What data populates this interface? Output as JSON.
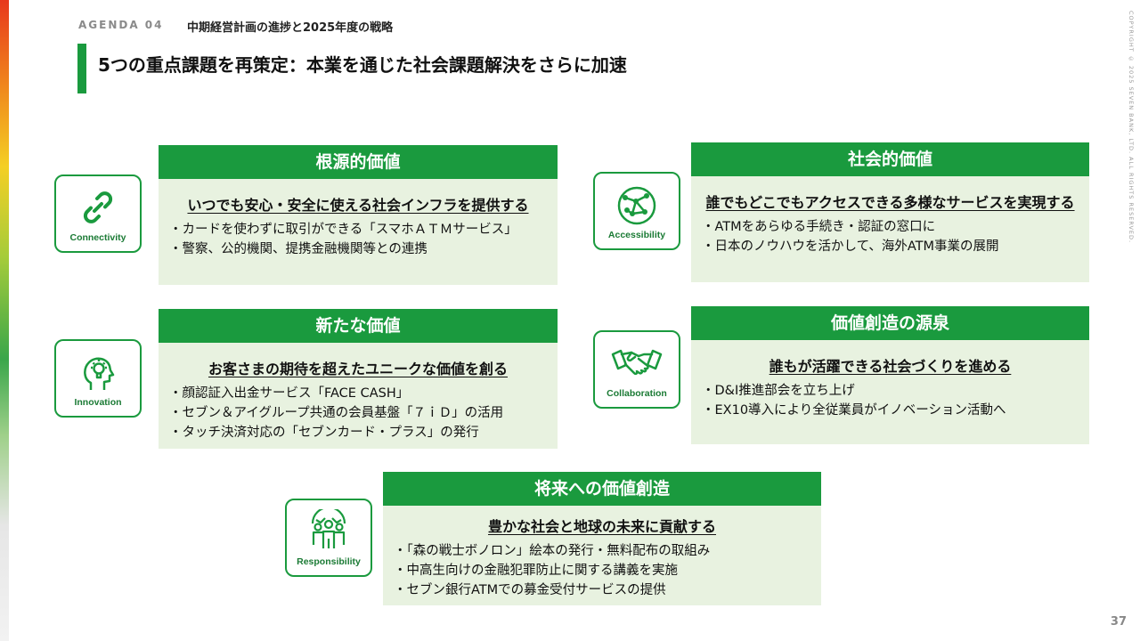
{
  "header": {
    "agenda": "AGENDA 04",
    "subtitle": "中期経営計画の進捗と2025年度の戦略",
    "title": "5つの重点課題を再策定：本業を通じた社会課題解決をさらに加速"
  },
  "copyright": "COPYRIGHT © 2025 SEVEN BANK, LTD. ALL RIGHTS RESERVED.",
  "page_number": "37",
  "colors": {
    "accent": "#1a9a3e",
    "card_bg": "#e8f2e0"
  },
  "cards": [
    {
      "icon": "link-icon",
      "icon_label": "Connectivity",
      "heading": "根源的価値",
      "lead": "いつでも安心・安全に使える社会インフラを提供する",
      "items": [
        "・カードを使わずに取引ができる「スマホＡＴＭサービス」",
        "・警察、公的機関、提携金融機関等との連携"
      ]
    },
    {
      "icon": "globe-network-icon",
      "icon_label": "Accessibility",
      "heading": "社会的価値",
      "lead": "誰でもどこでもアクセスできる多様なサービスを実現する",
      "items": [
        "・ATMをあらゆる手続き・認証の窓口に",
        "・日本のノウハウを活かして、海外ATM事業の展開"
      ]
    },
    {
      "icon": "lightbulb-head-icon",
      "icon_label": "Innovation",
      "heading": "新たな価値",
      "lead": "お客さまの期待を超えたユニークな価値を創る",
      "items": [
        "・顔認証入出金サービス「FACE CASH」",
        "・セブン＆アイグループ共通の会員基盤「７ｉＤ」の活用",
        "・タッチ決済対応の「セブンカード・プラス」の発行"
      ]
    },
    {
      "icon": "handshake-icon",
      "icon_label": "Collaboration",
      "heading": "価値創造の源泉",
      "lead": "誰もが活躍できる社会づくりを進める",
      "items": [
        "・D&I推進部会を立ち上げ",
        "・EX10導入により全従業員がイノベーション活動へ"
      ]
    },
    {
      "icon": "people-globe-icon",
      "icon_label": "Responsibility",
      "heading": "将来への価値創造",
      "lead": "豊かな社会と地球の未来に貢献する",
      "items": [
        "・「森の戦士ボノロン」絵本の発行・無料配布の取組み",
        "・中高生向けの金融犯罪防止に関する講義を実施",
        "・セブン銀行ATMでの募金受付サービスの提供"
      ]
    }
  ]
}
